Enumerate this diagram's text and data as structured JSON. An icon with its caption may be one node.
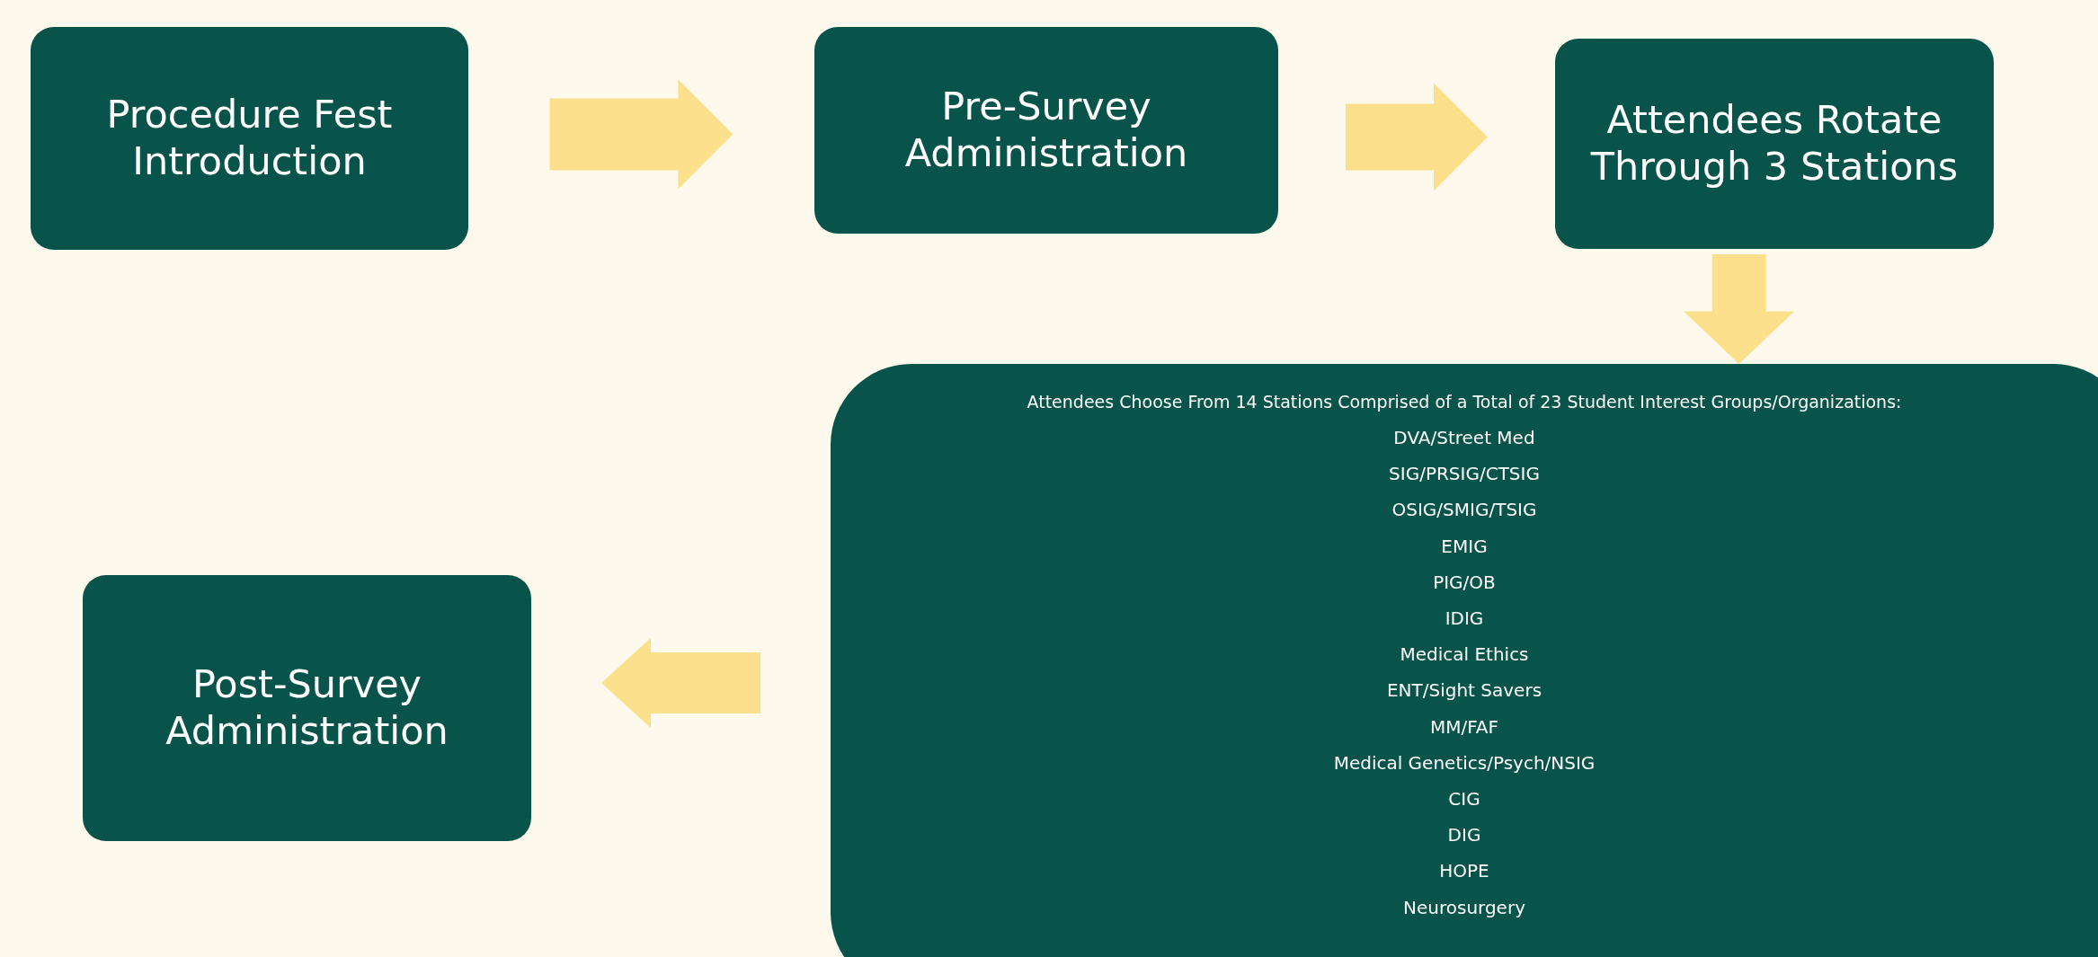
{
  "diagram": {
    "nodes": [
      {
        "text": [
          "Procedure Fest Introduction"
        ]
      },
      {
        "text": [
          "Pre-Survey Administration"
        ]
      },
      {
        "text": [
          "Attendees Rotate Through 3 Stations"
        ]
      },
      {
        "text": [
          "Attendees Choose From 14 Stations Comprised of a Total of 23 Student Interest Groups/Organizations:",
          "DVA/Street Med",
          "SIG/PRSIG/CTSIG",
          "OSIG/SMIG/TSIG",
          "EMIG",
          "PIG/OB",
          "IDIG",
          "Medical Ethics",
          "ENT/Sight Savers",
          "MM/FAF",
          "Medical Genetics/Psych/NSIG",
          "CIG",
          "DIG",
          "HOPE",
          "Neurosurgery"
        ]
      },
      {
        "text": [
          "Post-Survey Administration"
        ]
      }
    ],
    "edges": [
      {
        "from": 0,
        "to": 1,
        "arrow": "to",
        "style": "thick"
      },
      {
        "from": 1,
        "to": 2,
        "arrow": "to",
        "style": "thick"
      },
      {
        "from": 2,
        "to": 3,
        "arrow": "to",
        "style": "thick"
      },
      {
        "from": 3,
        "to": 4,
        "arrow": "to",
        "style": "thick"
      }
    ]
  }
}
